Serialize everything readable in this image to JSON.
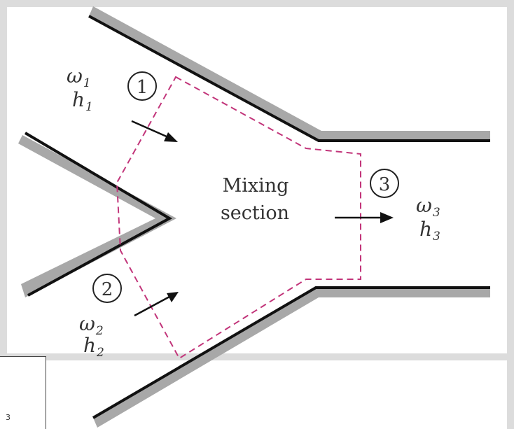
{
  "diagram": {
    "inlet1": {
      "number": "1",
      "omega": "ω",
      "omega_sub": "1",
      "h": "h",
      "h_sub": "1"
    },
    "inlet2": {
      "number": "2",
      "omega": "ω",
      "omega_sub": "2",
      "h": "h",
      "h_sub": "2"
    },
    "outlet3": {
      "number": "3",
      "omega": "ω",
      "omega_sub": "3",
      "h": "h",
      "h_sub": "3"
    },
    "section_label_line1": "Mixing",
    "section_label_line2": "section"
  },
  "overlay": {
    "text": "3"
  },
  "colors": {
    "wall_gray": "#a8a8a8",
    "wall_line": "#111111",
    "control_volume": "#c2357a",
    "frame": "#d8d8d8"
  }
}
